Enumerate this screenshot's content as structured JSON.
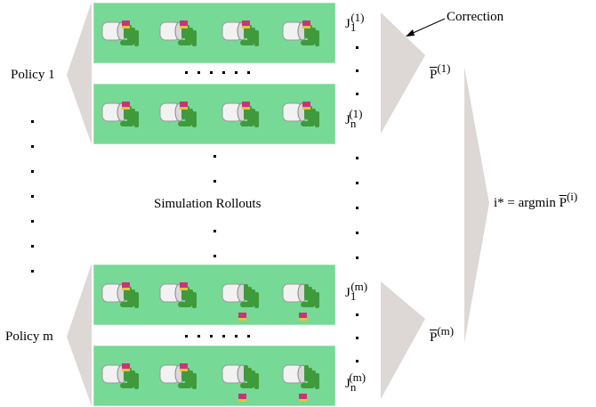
{
  "policy_first": "Policy 1",
  "policy_last": "Policy m",
  "center_label": "Simulation Rollouts",
  "correction": "Correction",
  "p_letter": "P",
  "sup_1": "(1)",
  "sup_m": "(m)",
  "j_letter": "J",
  "sub_1": "1",
  "sub_n": "n",
  "argmin_text": "i* = argmin",
  "sup_i": "(i)",
  "colors": {
    "panel": "#76d995",
    "wedge": "#ddd8d5",
    "hand": "#3f9a3c"
  },
  "icons": [
    "gripper-hand-icon",
    "cube-icon"
  ]
}
